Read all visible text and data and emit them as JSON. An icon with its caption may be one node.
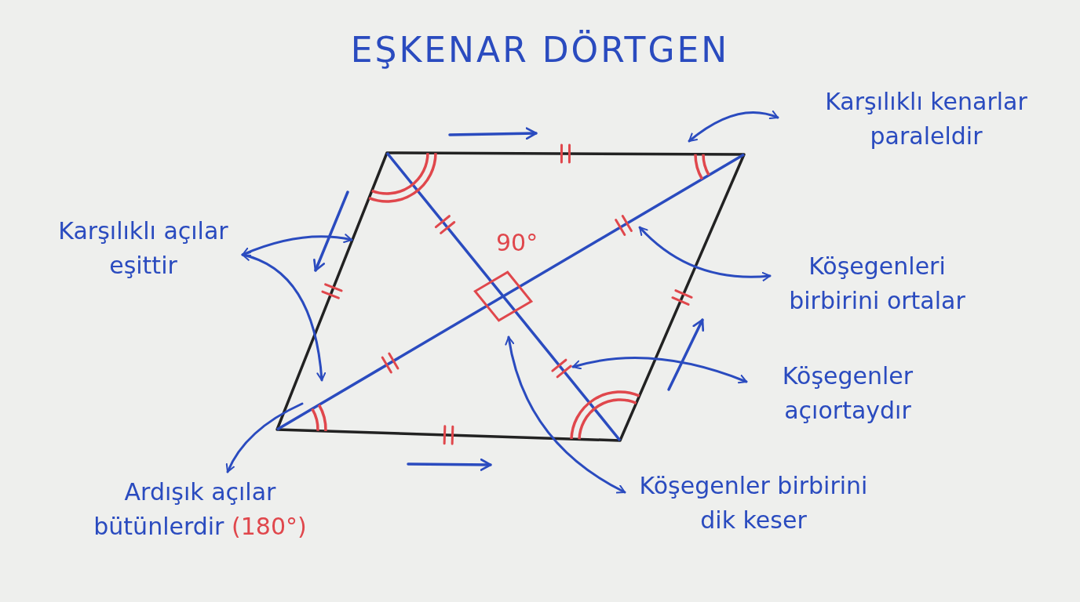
{
  "diagram": {
    "title": "EŞKENAR DÖRTGEN",
    "nodes": [
      {
        "text": [
          "Karşılıklı kenarlar paraleldir"
        ]
      },
      {
        "text": [
          "Karşılıklı açılar eşittir"
        ]
      },
      {
        "text": [
          "Köşegenleri birbirini ortalar"
        ]
      },
      {
        "text": [
          "Köşegenler açıortaydır"
        ]
      },
      {
        "text": [
          "Ardışık açılar bütünlerdir",
          "(180°)"
        ]
      },
      {
        "text": [
          "Köşegenler birbirini dik keser"
        ]
      }
    ],
    "edges": [
      {
        "from": 0,
        "to": null,
        "arrow": "both"
      },
      {
        "from": 1,
        "to": null,
        "arrow": "both"
      },
      {
        "from": 1,
        "to": null,
        "arrow": "both"
      },
      {
        "from": 2,
        "to": null,
        "arrow": "both"
      },
      {
        "from": 3,
        "to": null,
        "arrow": "both"
      },
      {
        "from": null,
        "to": 4,
        "arrow": "to"
      },
      {
        "from": 5,
        "to": null,
        "arrow": "both"
      }
    ],
    "labels": [
      "90°"
    ]
  }
}
